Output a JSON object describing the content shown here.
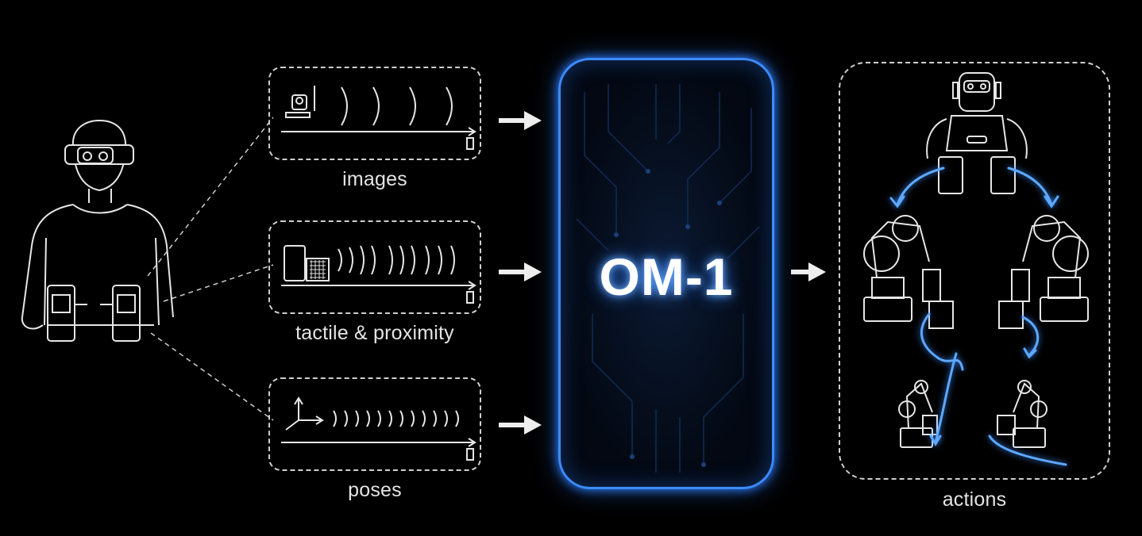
{
  "inputs": [
    {
      "label": "images"
    },
    {
      "label": "tactile & proximity"
    },
    {
      "label": "poses"
    }
  ],
  "model": {
    "name": "OM-1",
    "accent_color": "#3b8cff"
  },
  "output": {
    "label": "actions"
  },
  "icons": [
    "operator-figure-icon",
    "camera-gripper-icon",
    "tactile-sensor-icon",
    "axes-icon",
    "arrow-right-icon",
    "humanoid-robot-icon",
    "robot-arm-icon",
    "mini-robot-arm-icon",
    "circuit-pattern-icon"
  ]
}
